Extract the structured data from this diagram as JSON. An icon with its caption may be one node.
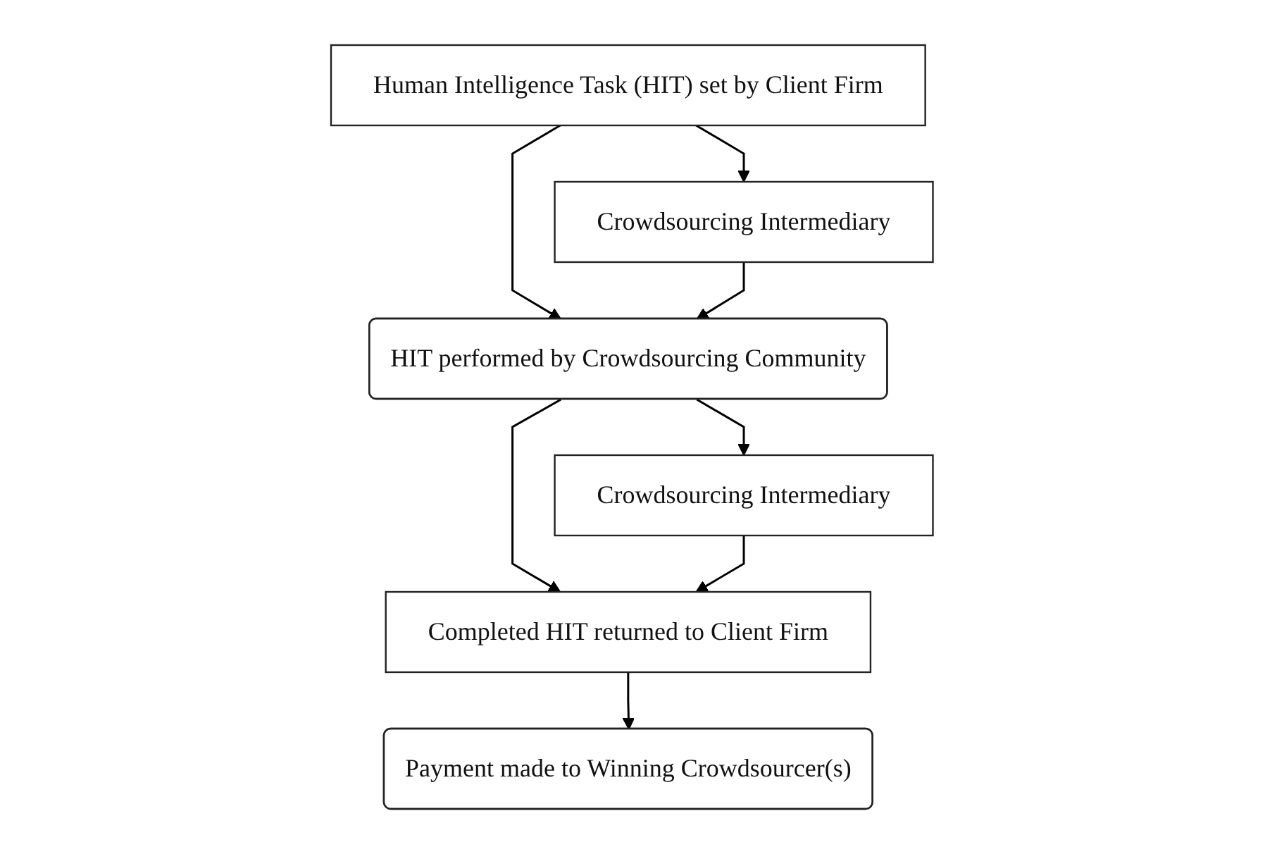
{
  "diagram": {
    "nodes": [
      {
        "text": [
          "Human Intelligence Task (HIT) set by Client Firm"
        ]
      },
      {
        "text": [
          "Crowdsourcing Intermediary"
        ]
      },
      {
        "text": [
          "HIT performed by Crowdsourcing Community"
        ]
      },
      {
        "text": [
          "Crowdsourcing Intermediary"
        ]
      },
      {
        "text": [
          "Completed HIT returned to Client Firm"
        ]
      },
      {
        "text": [
          "Payment made to Winning Crowdsourcer(s)"
        ]
      }
    ],
    "edges": [
      {
        "from": 0,
        "to": 2,
        "arrow": "to"
      },
      {
        "from": 0,
        "to": 1,
        "arrow": "to"
      },
      {
        "from": 1,
        "to": 2,
        "arrow": "to"
      },
      {
        "from": 2,
        "to": 4,
        "arrow": "to"
      },
      {
        "from": 2,
        "to": 3,
        "arrow": "to"
      },
      {
        "from": 3,
        "to": 4,
        "arrow": "to"
      },
      {
        "from": 4,
        "to": 5,
        "arrow": "to"
      }
    ]
  }
}
